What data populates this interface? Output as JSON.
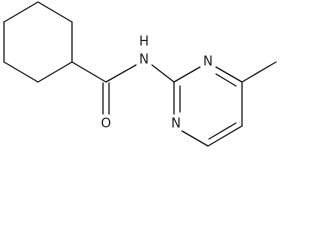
{
  "molecule": {
    "atoms": {
      "carbonyl_oxygen": "O",
      "amide_nitrogen": "N",
      "amide_hydrogen": "H",
      "ring_nitrogen_1": "N",
      "ring_nitrogen_3": "N"
    },
    "colors": {
      "bond": "#1a1a1a",
      "label": "#1a1a1a",
      "background": "#ffffff"
    }
  }
}
